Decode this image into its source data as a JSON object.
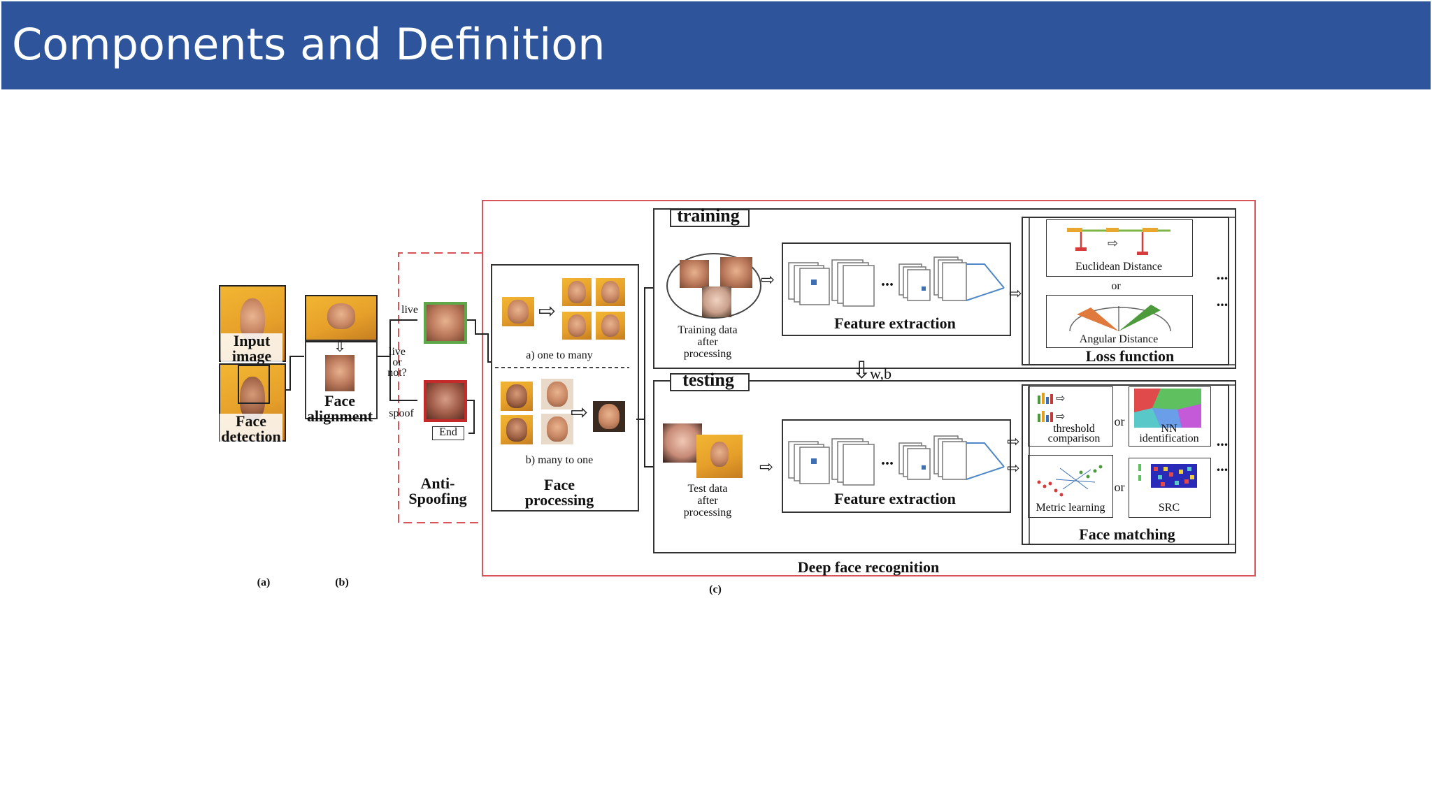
{
  "header": {
    "title": "Components and Definition"
  },
  "stage_a": {
    "input_label_1": "Input",
    "input_label_2": "image",
    "detect_label_1": "Face",
    "detect_label_2": "detection",
    "caption": "(a)"
  },
  "stage_b": {
    "label_1": "Face",
    "label_2": "alignment",
    "caption": "(b)"
  },
  "anti_spoofing": {
    "live_or_not_1": "live",
    "live_or_not_2": "or",
    "live_or_not_3": "not?",
    "live": "live",
    "spoof": "spoof",
    "end": "End",
    "label_1": "Anti-",
    "label_2": "Spoofing"
  },
  "face_processing": {
    "one_to_many": "a) one to many",
    "many_to_one": "b) many to one",
    "label_1": "Face",
    "label_2": "processing"
  },
  "training": {
    "title": "training",
    "data_1": "Training data",
    "data_2": "after",
    "data_3": "processing",
    "feature_extraction": "Feature extraction",
    "euclidean": "Euclidean Distance",
    "or": "or",
    "angular": "Angular Distance",
    "loss_function": "Loss function",
    "ellipsis": "..."
  },
  "wb": "w,b",
  "testing": {
    "title": "testing",
    "data_1": "Test data",
    "data_2": "after",
    "data_3": "processing",
    "feature_extraction": "Feature extraction",
    "threshold_1": "threshold",
    "threshold_2": "comparison",
    "nn_1": "NN",
    "nn_2": "identification",
    "metric": "Metric learning",
    "src": "SRC",
    "or": "or",
    "face_matching": "Face matching",
    "ellipsis": "..."
  },
  "deep_face": {
    "label": "Deep face recognition",
    "caption": "(c)"
  }
}
